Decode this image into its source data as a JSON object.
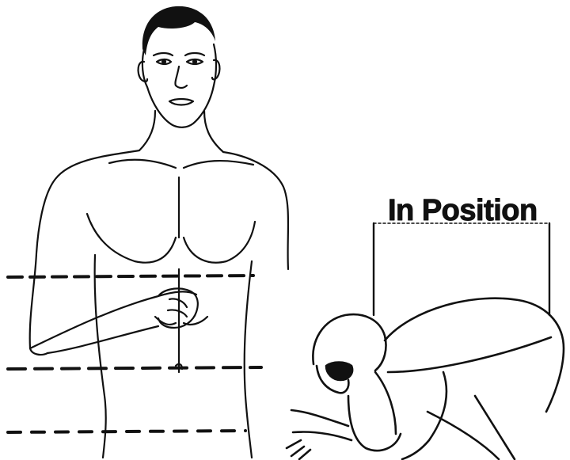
{
  "caption": "In Position",
  "colors": {
    "ink": "#111111",
    "background": "#ffffff"
  },
  "figures": {
    "left": "standing-male-torso-with-measurement-lines",
    "right": "crouched-cyclist-in-aero-position"
  }
}
